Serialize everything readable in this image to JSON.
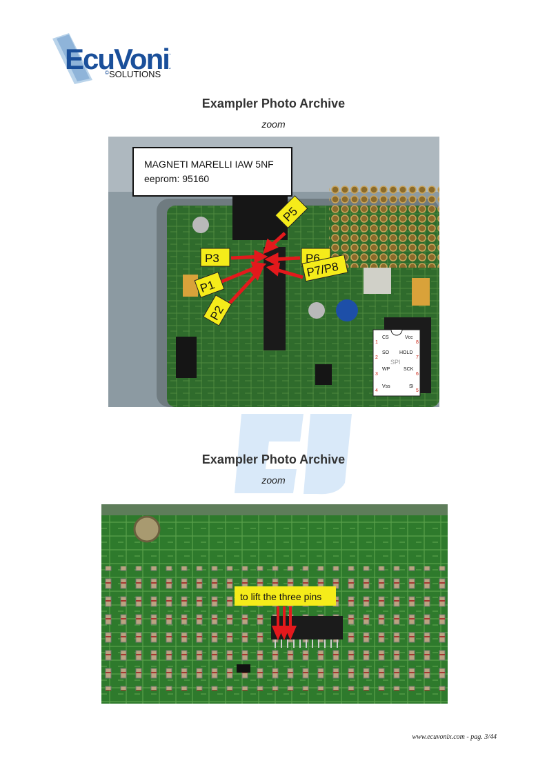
{
  "header": {
    "logo_brand": "EcuVonix",
    "logo_tagline": "SOLUTIONS"
  },
  "sections": [
    {
      "title": "Exampler Photo Archive",
      "subtitle": "zoom",
      "photo": {
        "info_box": {
          "line1": "MAGNETI MARELLI IAW 5NF",
          "line2": "eeprom: 95160"
        },
        "labels": [
          "P5",
          "P3",
          "P6",
          "P1",
          "P7/P8",
          "P2"
        ],
        "chip_diagram": {
          "center_label": "SPI",
          "left_pins": [
            {
              "num": "1",
              "name": "CS"
            },
            {
              "num": "2",
              "name": "SO"
            },
            {
              "num": "3",
              "name": "WP"
            },
            {
              "num": "4",
              "name": "Vss"
            }
          ],
          "right_pins": [
            {
              "num": "8",
              "name": "Vcc"
            },
            {
              "num": "7",
              "name": "HOLD"
            },
            {
              "num": "6",
              "name": "SCK"
            },
            {
              "num": "5",
              "name": "SI"
            }
          ]
        }
      }
    },
    {
      "title": "Exampler Photo Archive",
      "subtitle": "zoom",
      "photo": {
        "callout": "to lift the three pins"
      }
    }
  ],
  "footer": {
    "text": "www.ecuvonix.com - pag. 3/44"
  },
  "colors": {
    "logo_blue": "#1a4f9a",
    "pcb_green": "#2f6b2c",
    "label_yellow": "#f5ec1a",
    "arrow_red": "#e3191c"
  }
}
